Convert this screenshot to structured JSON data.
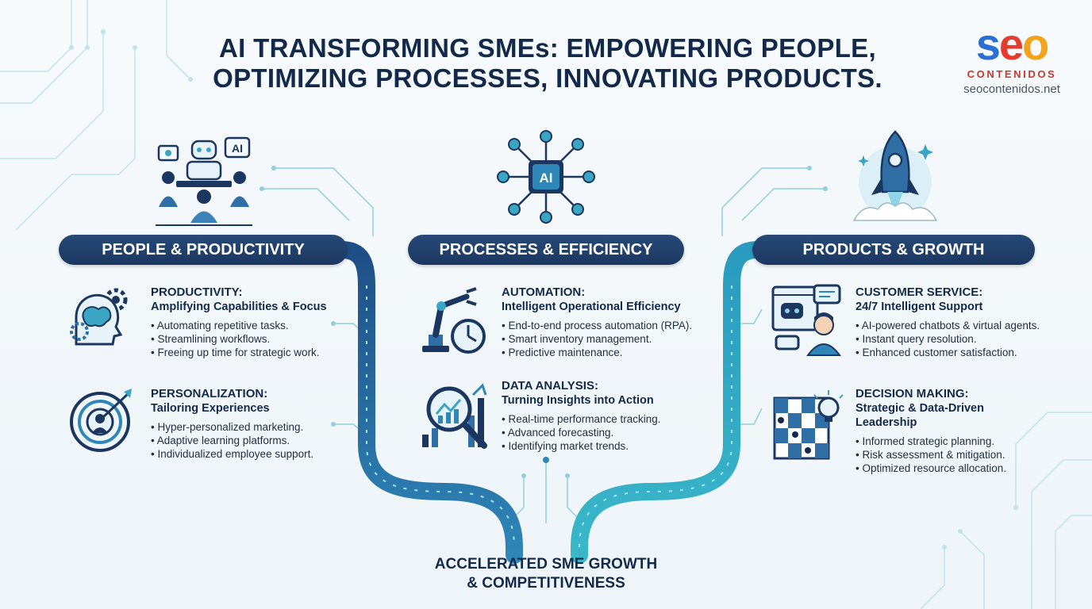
{
  "header": {
    "title_line1": "AI TRANSFORMING SMEs: EMPOWERING PEOPLE,",
    "title_line2": "OPTIMIZING PROCESSES, INNOVATING PRODUCTS."
  },
  "logo": {
    "mark": "seo",
    "subtitle": "CONTENIDOS",
    "url": "seocontenidos.net",
    "colors": {
      "s": "#2a6fd6",
      "e": "#e63b2e",
      "o": "#f2a21b"
    }
  },
  "columns": [
    {
      "header": "PEOPLE & PRODUCTIVITY",
      "top_icon": "team-meeting-ai-robot-icon",
      "top_icon_badge": "AI",
      "sections": [
        {
          "title": "PRODUCTIVITY:",
          "subtitle": "Amplifying Capabilities & Focus",
          "icon": "brain-gear-icon",
          "bullets": [
            "Automating repetitive tasks.",
            "Streamlining workflows.",
            "Freeing up time for strategic work."
          ]
        },
        {
          "title": "PERSONALIZATION:",
          "subtitle": "Tailoring Experiences",
          "icon": "target-person-icon",
          "bullets": [
            "Hyper-personalized marketing.",
            "Adaptive learning platforms.",
            "Individualized employee support."
          ]
        }
      ]
    },
    {
      "header": "PROCESSES & EFFICIENCY",
      "top_icon": "ai-chip-network-icon",
      "top_icon_badge": "AI",
      "sections": [
        {
          "title": "AUTOMATION:",
          "subtitle": "Intelligent Operational Efficiency",
          "icon": "robot-arm-clock-icon",
          "bullets": [
            "End-to-end process automation (RPA).",
            "Smart inventory management.",
            "Predictive maintenance."
          ]
        },
        {
          "title": "DATA ANALYSIS:",
          "subtitle": "Turning Insights into Action",
          "icon": "magnifier-chart-icon",
          "bullets": [
            "Real-time performance tracking.",
            "Advanced forecasting.",
            "Identifying market trends."
          ]
        }
      ]
    },
    {
      "header": "PRODUCTS & GROWTH",
      "top_icon": "rocket-launch-icon",
      "sections": [
        {
          "title": "CUSTOMER SERVICE:",
          "subtitle": "24/7 Intelligent Support",
          "icon": "chatbot-customer-icon",
          "bullets": [
            "AI-powered chatbots & virtual agents.",
            "Instant query resolution.",
            "Enhanced customer satisfaction."
          ]
        },
        {
          "title": "DECISION MAKING:",
          "subtitle": "Strategic & Data-Driven Leadership",
          "icon": "chessboard-lightbulb-icon",
          "bullets": [
            "Informed strategic planning.",
            "Risk assessment & mitigation.",
            "Optimized resource allocation."
          ]
        }
      ]
    }
  ],
  "footer": {
    "line1": "ACCELERATED SME GROWTH",
    "line2": "& COMPETITIVENESS"
  },
  "palette": {
    "navy": "#1b3760",
    "teal": "#3aa6c4",
    "light_teal": "#8fd3e6"
  }
}
